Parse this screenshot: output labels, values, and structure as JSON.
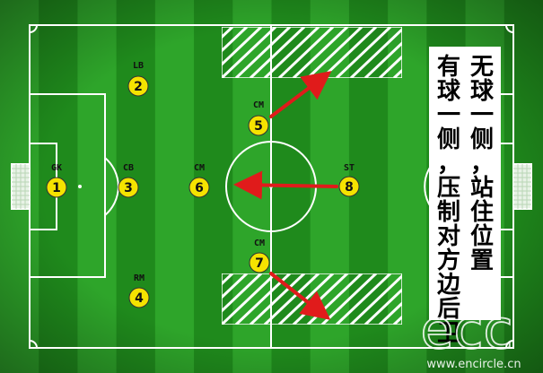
{
  "players": [
    {
      "role": "GK",
      "number": "1"
    },
    {
      "role": "LB",
      "number": "2"
    },
    {
      "role": "CB",
      "number": "3"
    },
    {
      "role": "RM",
      "number": "4"
    },
    {
      "role": "CM",
      "number": "5"
    },
    {
      "role": "CM",
      "number": "6"
    },
    {
      "role": "CM",
      "number": "7"
    },
    {
      "role": "ST",
      "number": "8"
    }
  ],
  "notes": {
    "line1": "无球一侧，站住位置",
    "line2": "有球一侧，压制对方边后卫"
  },
  "watermark": {
    "logo": "ecc",
    "url": "www.encircle.cn"
  },
  "colors": {
    "pitch_light": "#2ea52a",
    "pitch_dark": "#1f8a1c",
    "player": "#f5e300",
    "arrow": "#e01b1b"
  }
}
